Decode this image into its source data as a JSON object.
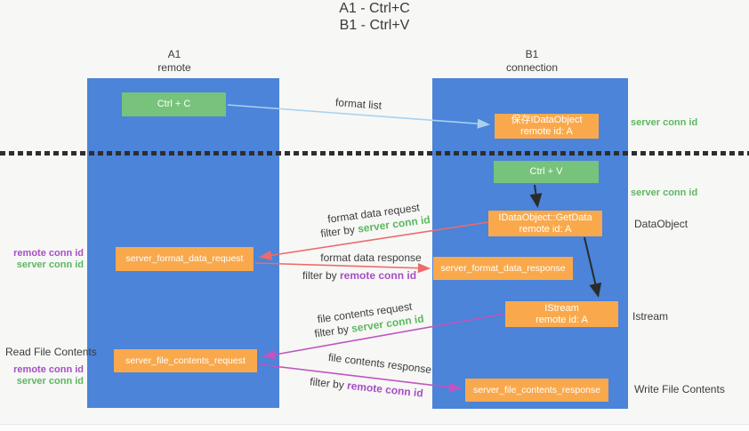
{
  "title": {
    "line1": "A1 - Ctrl+C",
    "line2": "B1 - Ctrl+V"
  },
  "lanes": {
    "a": {
      "name": "A1",
      "subtitle": "remote"
    },
    "b": {
      "name": "B1",
      "subtitle": "connection"
    }
  },
  "nodes": {
    "ctrl_c": {
      "label": "Ctrl + C"
    },
    "ctrl_v": {
      "label": "Ctrl + V"
    },
    "save_dataobject": {
      "line1": "保存IDataObject",
      "line2": "remote id: A"
    },
    "getdata": {
      "line1": "IDataObject::GetData",
      "line2": "remote id: A"
    },
    "istream": {
      "line1": "IStream",
      "line2": "remote id: A"
    },
    "format_request": {
      "label": "server_format_data_request"
    },
    "format_response": {
      "label": "server_format_data_response"
    },
    "file_request": {
      "label": "server_file_contents_request"
    },
    "file_response": {
      "label": "server_file_contents_response"
    }
  },
  "arrows": {
    "format_list": {
      "label": "format list"
    },
    "format_data_request": {
      "label": "format data request",
      "filter_prefix": "filter by",
      "filter_key": "server conn id"
    },
    "format_data_response": {
      "label": "format data response",
      "filter_prefix": "filter by",
      "filter_key": "remote conn id"
    },
    "file_contents_request": {
      "label": "file contents request",
      "filter_prefix": "filter by",
      "filter_key": "server conn id"
    },
    "file_contents_response": {
      "label": "file contents response",
      "filter_prefix": "filter by",
      "filter_key": "remote conn id"
    }
  },
  "side_labels": {
    "server_conn_id_top": "server conn id",
    "server_conn_id_mid": "server conn id",
    "dataobject": "DataObject",
    "istream": "Istream",
    "read_file_contents": "Read File Contents",
    "write_file_contents": "Write File Contents",
    "left_mid": {
      "remote": "remote conn id",
      "server": "server conn id"
    },
    "left_bottom": {
      "remote": "remote conn id",
      "server": "server conn id"
    }
  },
  "colors": {
    "lane_blue": "#4b84d8",
    "box_green": "#77c37b",
    "box_orange": "#f9a94c",
    "arrow_red": "#ed6b6b",
    "arrow_magenta": "#bf55c0",
    "arrow_light_blue": "#a9d2ee",
    "arrow_black": "#2b2b2b",
    "text_green": "#5cb860",
    "text_purple": "#a64fc3",
    "text_dark": "#3c3c3c"
  }
}
